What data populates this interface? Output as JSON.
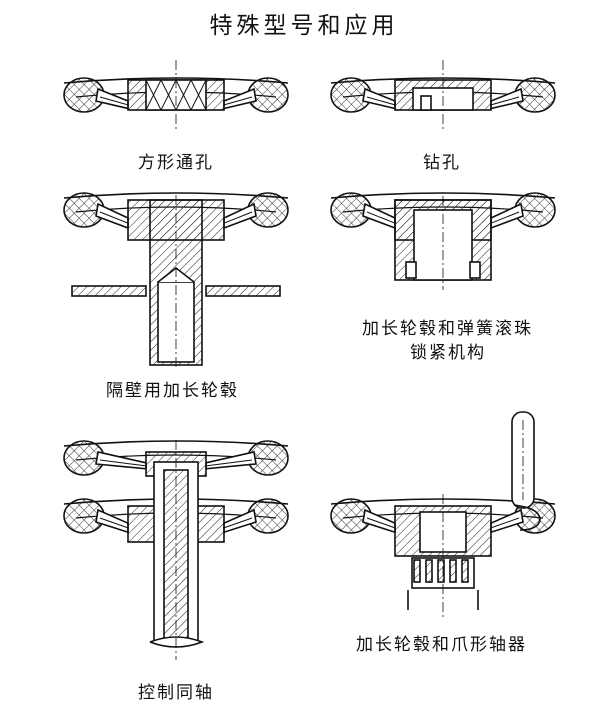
{
  "title": "特殊型号和应用",
  "items": [
    {
      "label": "方形通孔"
    },
    {
      "label": "钻孔"
    },
    {
      "label": "隔壁用加长轮毂"
    },
    {
      "label": "加长轮毂和弹簧滚珠",
      "label2": "锁紧机构"
    },
    {
      "label": "控制同轴"
    },
    {
      "label": "加长轮毂和爪形轴器"
    }
  ]
}
